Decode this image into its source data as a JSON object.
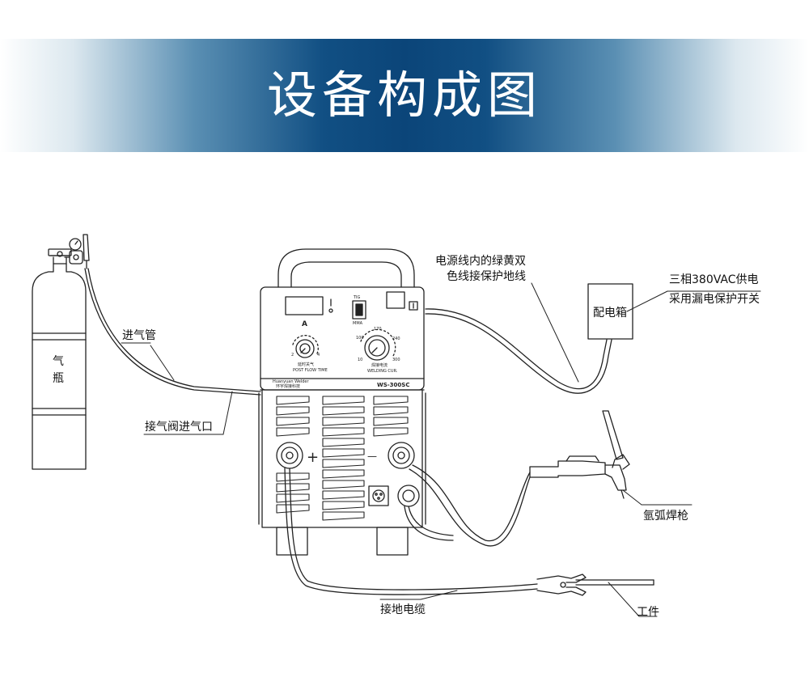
{
  "banner": {
    "title": "设备构成图"
  },
  "labels": {
    "gas_tube": "进气管",
    "gas_inlet": "接气阀进气口",
    "cylinder_line1": "气",
    "cylinder_line2": "瓶",
    "power_cable_line1": "电源线内的绿黄双",
    "power_cable_line2": "色线接保护地线",
    "distribution_box": "配电箱",
    "supply_line1": "三相380VAC供电",
    "supply_line2": "采用漏电保护开关",
    "tig_torch": "氩弧焊枪",
    "ground_cable": "接地电缆",
    "workpiece": "工件"
  },
  "machine": {
    "display_unit": "A",
    "switch_top": "TIG",
    "switch_bottom": "MMA",
    "knob_small_label_cn": "延时关气",
    "knob_small_label_en": "POST FLOW TIME",
    "knob_small_tick_min": "2",
    "knob_small_tick_max": "4",
    "knob_large_label_cn": "焊接电流",
    "knob_large_label_en": "WELDING CUR.",
    "knob_large_tick_10": "10",
    "knob_large_tick_100": "100",
    "knob_large_tick_170": "170",
    "knob_large_tick_240": "240",
    "knob_large_tick_300": "300",
    "brand": "Huanyuan Welder",
    "brand_cn": "环宇焊接科技",
    "model": "WS-300SC",
    "plus": "+",
    "minus": "—"
  }
}
